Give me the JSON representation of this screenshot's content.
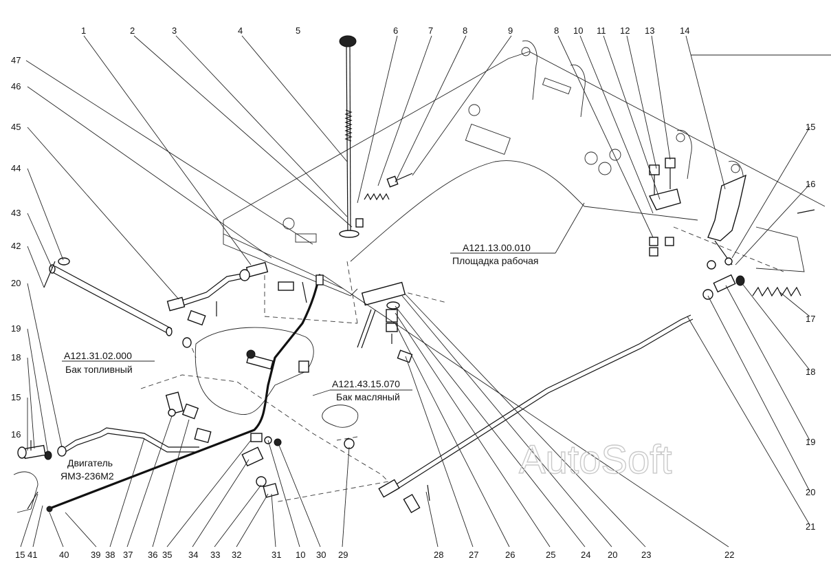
{
  "callouts": {
    "top": [
      "1",
      "2",
      "3",
      "4",
      "5",
      "6",
      "7",
      "8",
      "9",
      "8",
      "10",
      "11",
      "12",
      "13",
      "14"
    ],
    "left": [
      "47",
      "46",
      "45",
      "44",
      "43",
      "42",
      "20",
      "19",
      "18",
      "15",
      "16"
    ],
    "right": [
      "15",
      "16",
      "17",
      "18",
      "19",
      "20",
      "21"
    ],
    "bottom": [
      "15",
      "41",
      "40",
      "39",
      "38",
      "37",
      "36",
      "35",
      "34",
      "33",
      "32",
      "31",
      "10",
      "30",
      "29",
      "28",
      "27",
      "26",
      "25",
      "24",
      "20",
      "23",
      "22"
    ]
  },
  "captions": {
    "platform_code": "А121.13.00.010",
    "platform_name": "Площадка рабочая",
    "fuel_tank_code": "А121.31.02.000",
    "fuel_tank_name": "Бак топливный",
    "oil_tank_code": "А121.43.15.070",
    "oil_tank_name": "Бак масляный",
    "engine_line1": "Двигатель",
    "engine_line2": "ЯМЗ-236М2"
  },
  "watermark": "AutoSoft"
}
